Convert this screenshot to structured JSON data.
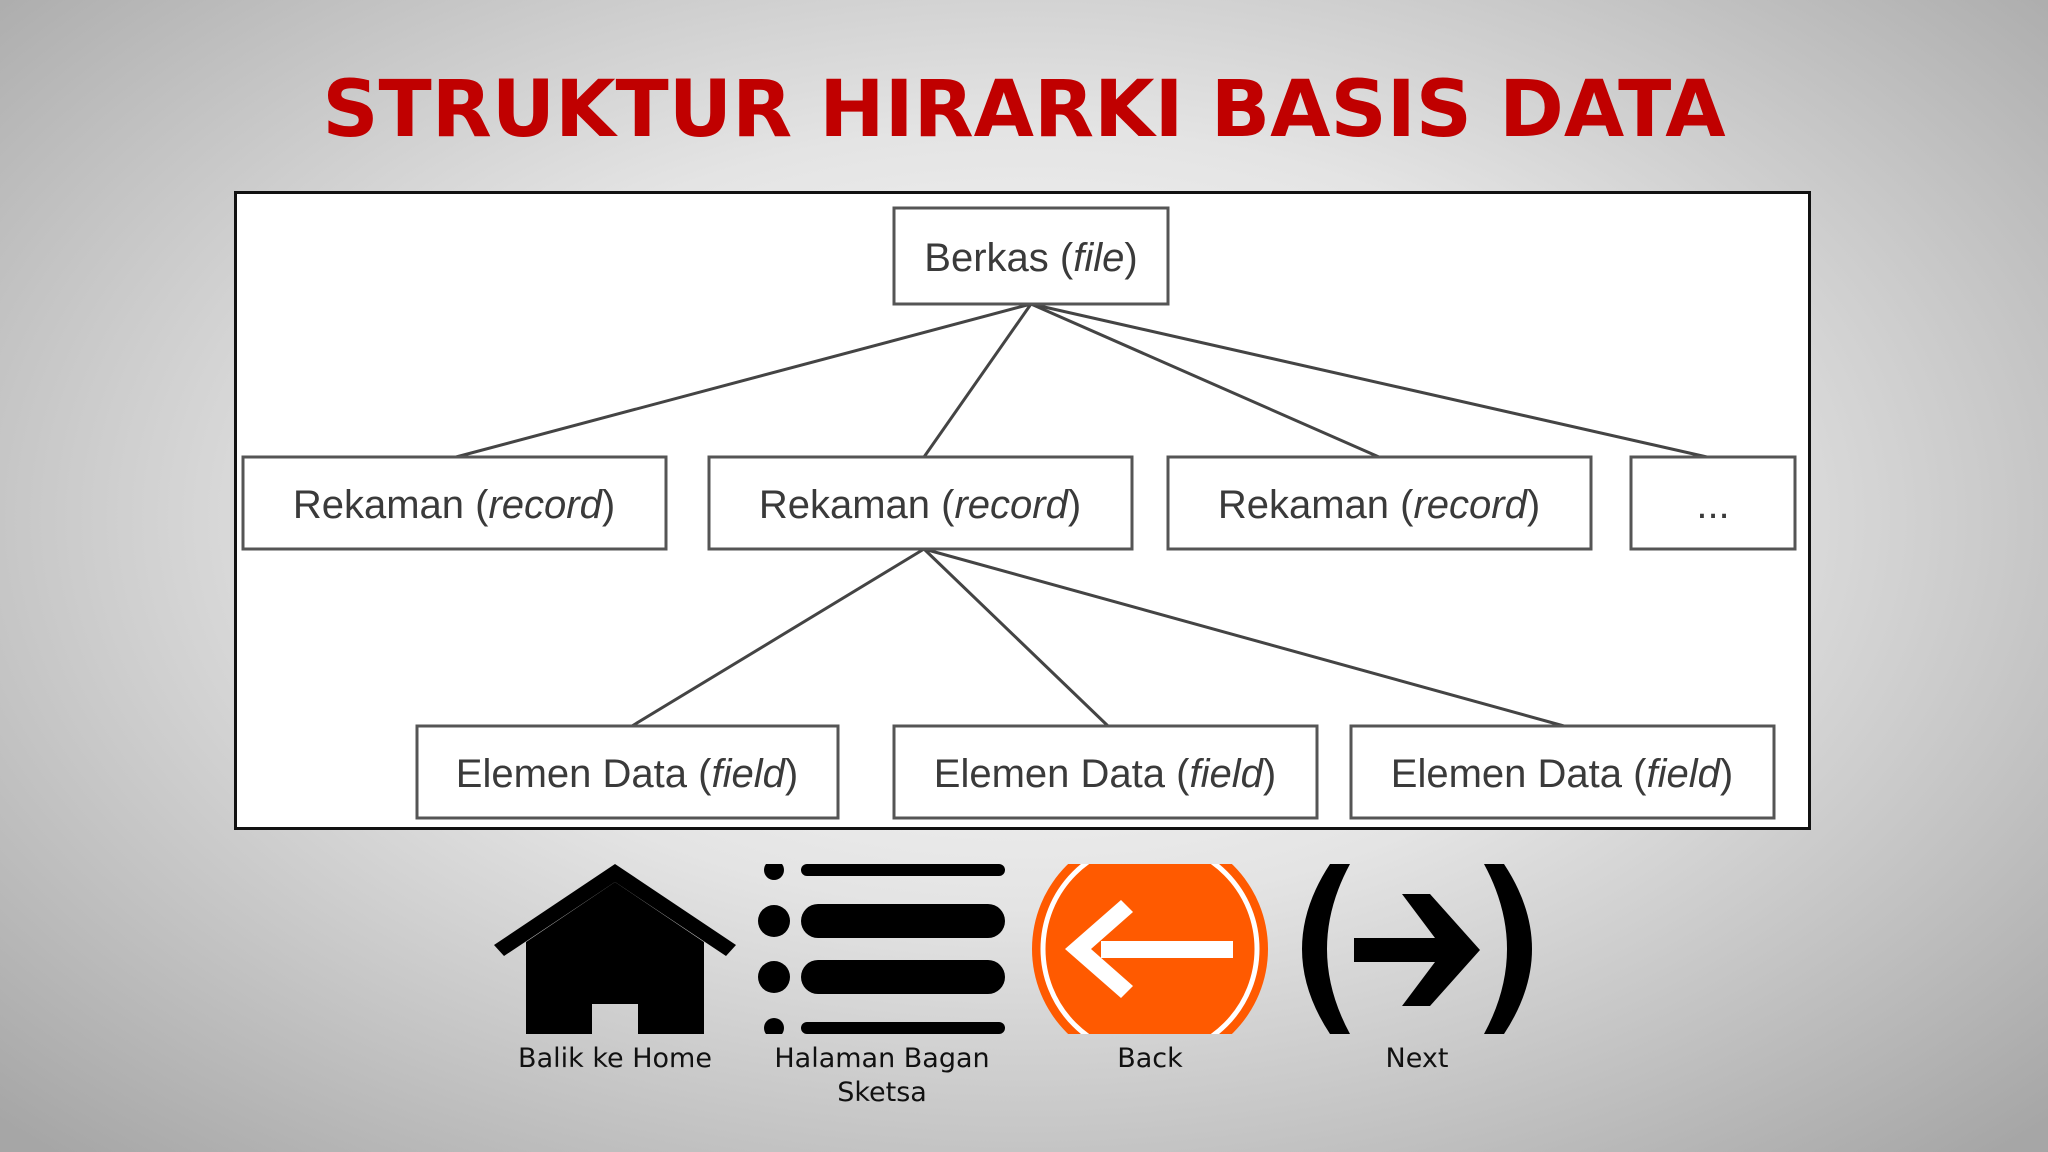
{
  "slide": {
    "title": "STRUKTUR HIRARKI BASIS DATA"
  },
  "diagram": {
    "root": {
      "label": "Berkas",
      "label_italic": "file"
    },
    "records": [
      {
        "label": "Rekaman",
        "label_italic": "record"
      },
      {
        "label": "Rekaman",
        "label_italic": "record"
      },
      {
        "label": "Rekaman",
        "label_italic": "record"
      },
      {
        "label": "..."
      }
    ],
    "fields": [
      {
        "label": "Elemen Data",
        "label_italic": "field"
      },
      {
        "label": "Elemen Data",
        "label_italic": "field"
      },
      {
        "label": "Elemen Data",
        "label_italic": "field"
      }
    ]
  },
  "nav": {
    "home": {
      "label": "Balik ke Home",
      "icon": "home-icon"
    },
    "sketch": {
      "label_line1": "Halaman Bagan",
      "label_line2": "Sketsa",
      "icon": "list-icon"
    },
    "back": {
      "label": "Back",
      "icon": "arrow-left-circle-icon",
      "color": "#ff5a00"
    },
    "next": {
      "label": "Next",
      "icon": "arrow-right-icon"
    }
  },
  "colors": {
    "title": "#c00000",
    "back_button": "#ff5a00"
  }
}
